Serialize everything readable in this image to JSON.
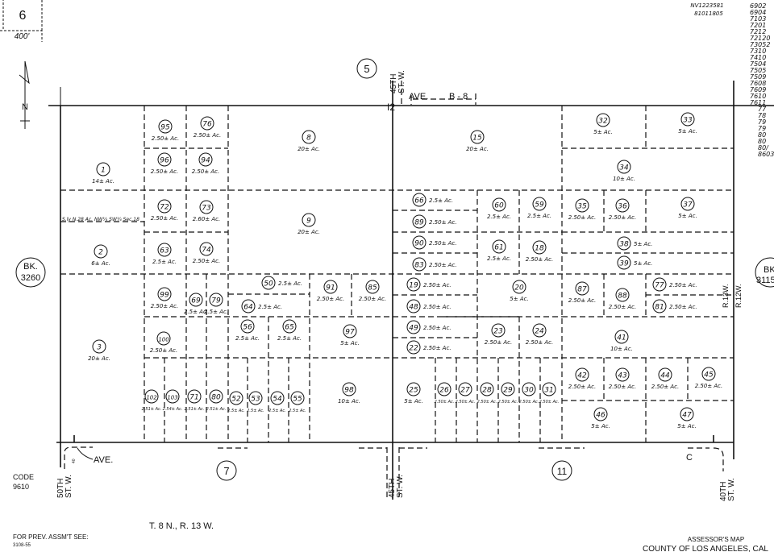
{
  "header": {
    "page_number": "6",
    "scale": "400'",
    "north": "N",
    "stamp": "81011805",
    "revision_codes": [
      "6902",
      "6904",
      "7103",
      "7201",
      "7212",
      "72120",
      "73052",
      "7310",
      "7410",
      "7504",
      "7505",
      "7509",
      "7608",
      "7609",
      "7610",
      "7611",
      "77",
      "78",
      "79",
      "79",
      "80",
      "80",
      "80/",
      "8603"
    ]
  },
  "labels": {
    "adjacent_top": "5",
    "adjacent_bottom_left": "7",
    "adjacent_bottom_right": "11",
    "book_left": [
      "BK.",
      "3260"
    ],
    "book_right": [
      "BK.",
      "3115"
    ],
    "street_top_center": [
      "45TH",
      "ST. W."
    ],
    "street_bottom_center": [
      "45TH",
      "ST. W."
    ],
    "street_bottom_left": [
      "50TH",
      "ST. W."
    ],
    "street_bottom_right": [
      "40TH",
      "ST. W."
    ],
    "ave_top": "AVE.",
    "ave_top_name": "B - 8",
    "ave_bottom": "AVE.",
    "ave_bottom_right": "C",
    "range_left": "R.13W.",
    "range_right": "R.12W.",
    "legal_note": "S.ly N.28 Ac. NW¼ SW¼ Sec.18",
    "width_40": "40"
  },
  "footer": {
    "code_label": "CODE",
    "code_value": "9610",
    "township": "T. 8 N., R. 13 W.",
    "prev_assmt_label": "FOR PREV. ASSM'T SEE:",
    "prev_assmt_value": "3108-55",
    "map_title": "ASSESSOR'S MAP",
    "county": "COUNTY OF LOS ANGELES, CAL"
  },
  "parcels": [
    {
      "id": "1",
      "acres": "14± Ac."
    },
    {
      "id": "2",
      "acres": "6± Ac."
    },
    {
      "id": "3",
      "acres": "20± Ac."
    },
    {
      "id": "95",
      "acres": "2.50± Ac."
    },
    {
      "id": "76",
      "acres": "2.50± Ac."
    },
    {
      "id": "96",
      "acres": "2.50± Ac."
    },
    {
      "id": "94",
      "acres": "2.50± Ac."
    },
    {
      "id": "72",
      "acres": "2.50± Ac."
    },
    {
      "id": "73",
      "acres": "2.60± Ac."
    },
    {
      "id": "63",
      "acres": "2.5± Ac."
    },
    {
      "id": "74",
      "acres": "2.50± Ac."
    },
    {
      "id": "8",
      "acres": "20± Ac."
    },
    {
      "id": "9",
      "acres": "20± Ac."
    },
    {
      "id": "15",
      "acres": "20± Ac."
    },
    {
      "id": "99",
      "acres": "2.50± Ac."
    },
    {
      "id": "69",
      "acres": "2.5± Ac."
    },
    {
      "id": "79",
      "acres": "2.5± Ac."
    },
    {
      "id": "50",
      "acres": "2.5± Ac."
    },
    {
      "id": "64",
      "acres": "2.5± Ac."
    },
    {
      "id": "91",
      "acres": "2.50± Ac."
    },
    {
      "id": "85",
      "acres": "2.50± Ac."
    },
    {
      "id": "56",
      "acres": "2.5± Ac."
    },
    {
      "id": "65",
      "acres": "2.5± Ac."
    },
    {
      "id": "100",
      "acres": "2.50± Ac."
    },
    {
      "id": "97",
      "acres": "5± Ac."
    },
    {
      "id": "98",
      "acres": "10± Ac."
    },
    {
      "id": "102",
      "acres": "2.51± Ac."
    },
    {
      "id": "103",
      "acres": "2.54± Ac."
    },
    {
      "id": "71",
      "acres": "2.51± Ac."
    },
    {
      "id": "80",
      "acres": "2.51± Ac."
    },
    {
      "id": "52",
      "acres": "2.5± Ac."
    },
    {
      "id": "53",
      "acres": "2.5± Ac."
    },
    {
      "id": "54",
      "acres": "2.5± Ac."
    },
    {
      "id": "55",
      "acres": "2.5± Ac."
    },
    {
      "id": "66",
      "acres": "2.5± Ac."
    },
    {
      "id": "89",
      "acres": "2.50± Ac."
    },
    {
      "id": "90",
      "acres": "2.50± Ac."
    },
    {
      "id": "83",
      "acres": "2.50± Ac."
    },
    {
      "id": "60",
      "acres": "2.5± Ac."
    },
    {
      "id": "59",
      "acres": "2.5± Ac."
    },
    {
      "id": "61",
      "acres": "2.5± Ac."
    },
    {
      "id": "18",
      "acres": "2.50± Ac."
    },
    {
      "id": "19",
      "acres": "2.50± Ac."
    },
    {
      "id": "48",
      "acres": "2.50± Ac."
    },
    {
      "id": "20",
      "acres": "5± Ac."
    },
    {
      "id": "49",
      "acres": "2.50± Ac."
    },
    {
      "id": "22",
      "acres": "2.50± Ac."
    },
    {
      "id": "23",
      "acres": "2.50± Ac."
    },
    {
      "id": "24",
      "acres": "2.50± Ac."
    },
    {
      "id": "25",
      "acres": "5± Ac."
    },
    {
      "id": "26",
      "acres": "2.50± Ac."
    },
    {
      "id": "27",
      "acres": "2.50± Ac."
    },
    {
      "id": "28",
      "acres": "2.50± Ac."
    },
    {
      "id": "29",
      "acres": "2.50± Ac."
    },
    {
      "id": "30",
      "acres": "2.50± Ac."
    },
    {
      "id": "31",
      "acres": "2.50± Ac."
    },
    {
      "id": "32",
      "acres": "5± Ac."
    },
    {
      "id": "33",
      "acres": "5± Ac."
    },
    {
      "id": "34",
      "acres": "10± Ac."
    },
    {
      "id": "35",
      "acres": "2.50± Ac."
    },
    {
      "id": "36",
      "acres": "2.50± Ac."
    },
    {
      "id": "37",
      "acres": "5± Ac."
    },
    {
      "id": "38",
      "acres": "5± Ac."
    },
    {
      "id": "39",
      "acres": "5± Ac."
    },
    {
      "id": "87",
      "acres": "2.50± Ac."
    },
    {
      "id": "88",
      "acres": "2.50± Ac."
    },
    {
      "id": "77",
      "acres": "2.50± Ac."
    },
    {
      "id": "81",
      "acres": "2.50± Ac."
    },
    {
      "id": "41",
      "acres": "10± Ac."
    },
    {
      "id": "42",
      "acres": "2.50± Ac."
    },
    {
      "id": "43",
      "acres": "2.50± Ac."
    },
    {
      "id": "44",
      "acres": "2.50± Ac."
    },
    {
      "id": "45",
      "acres": "2.50± Ac."
    },
    {
      "id": "46",
      "acres": "5± Ac."
    },
    {
      "id": "47",
      "acres": "5± Ac."
    }
  ]
}
